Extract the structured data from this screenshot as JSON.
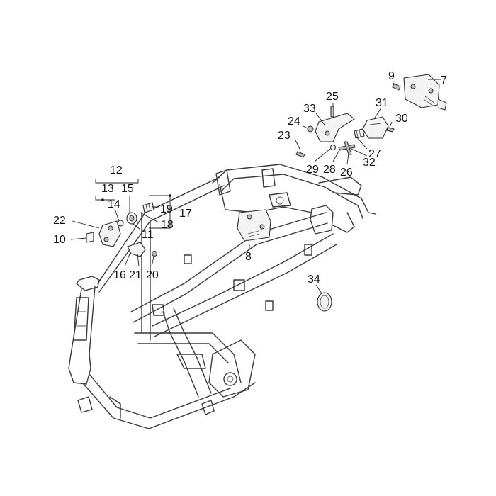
{
  "callouts": [
    {
      "id": "c7",
      "text": "7"
    },
    {
      "id": "c9",
      "text": "9"
    },
    {
      "id": "c25",
      "text": "25"
    },
    {
      "id": "c33",
      "text": "33"
    },
    {
      "id": "c24",
      "text": "24"
    },
    {
      "id": "c31",
      "text": "31"
    },
    {
      "id": "c30",
      "text": "30"
    },
    {
      "id": "c23",
      "text": "23"
    },
    {
      "id": "c27",
      "text": "27"
    },
    {
      "id": "c32",
      "text": "32"
    },
    {
      "id": "c29",
      "text": "29"
    },
    {
      "id": "c28",
      "text": "28"
    },
    {
      "id": "c26",
      "text": "26"
    },
    {
      "id": "c12",
      "text": "12"
    },
    {
      "id": "c13",
      "text": "13"
    },
    {
      "id": "c15",
      "text": "15"
    },
    {
      "id": "c14",
      "text": "14"
    },
    {
      "id": "c19",
      "text": "19"
    },
    {
      "id": "c17",
      "text": "17"
    },
    {
      "id": "c18",
      "text": "18"
    },
    {
      "id": "c22",
      "text": "22"
    },
    {
      "id": "c11",
      "text": "11"
    },
    {
      "id": "c10",
      "text": "10"
    },
    {
      "id": "c8",
      "text": "8"
    },
    {
      "id": "c16",
      "text": "16"
    },
    {
      "id": "c21",
      "text": "21"
    },
    {
      "id": "c20",
      "text": "20"
    },
    {
      "id": "c34",
      "text": "34"
    }
  ]
}
